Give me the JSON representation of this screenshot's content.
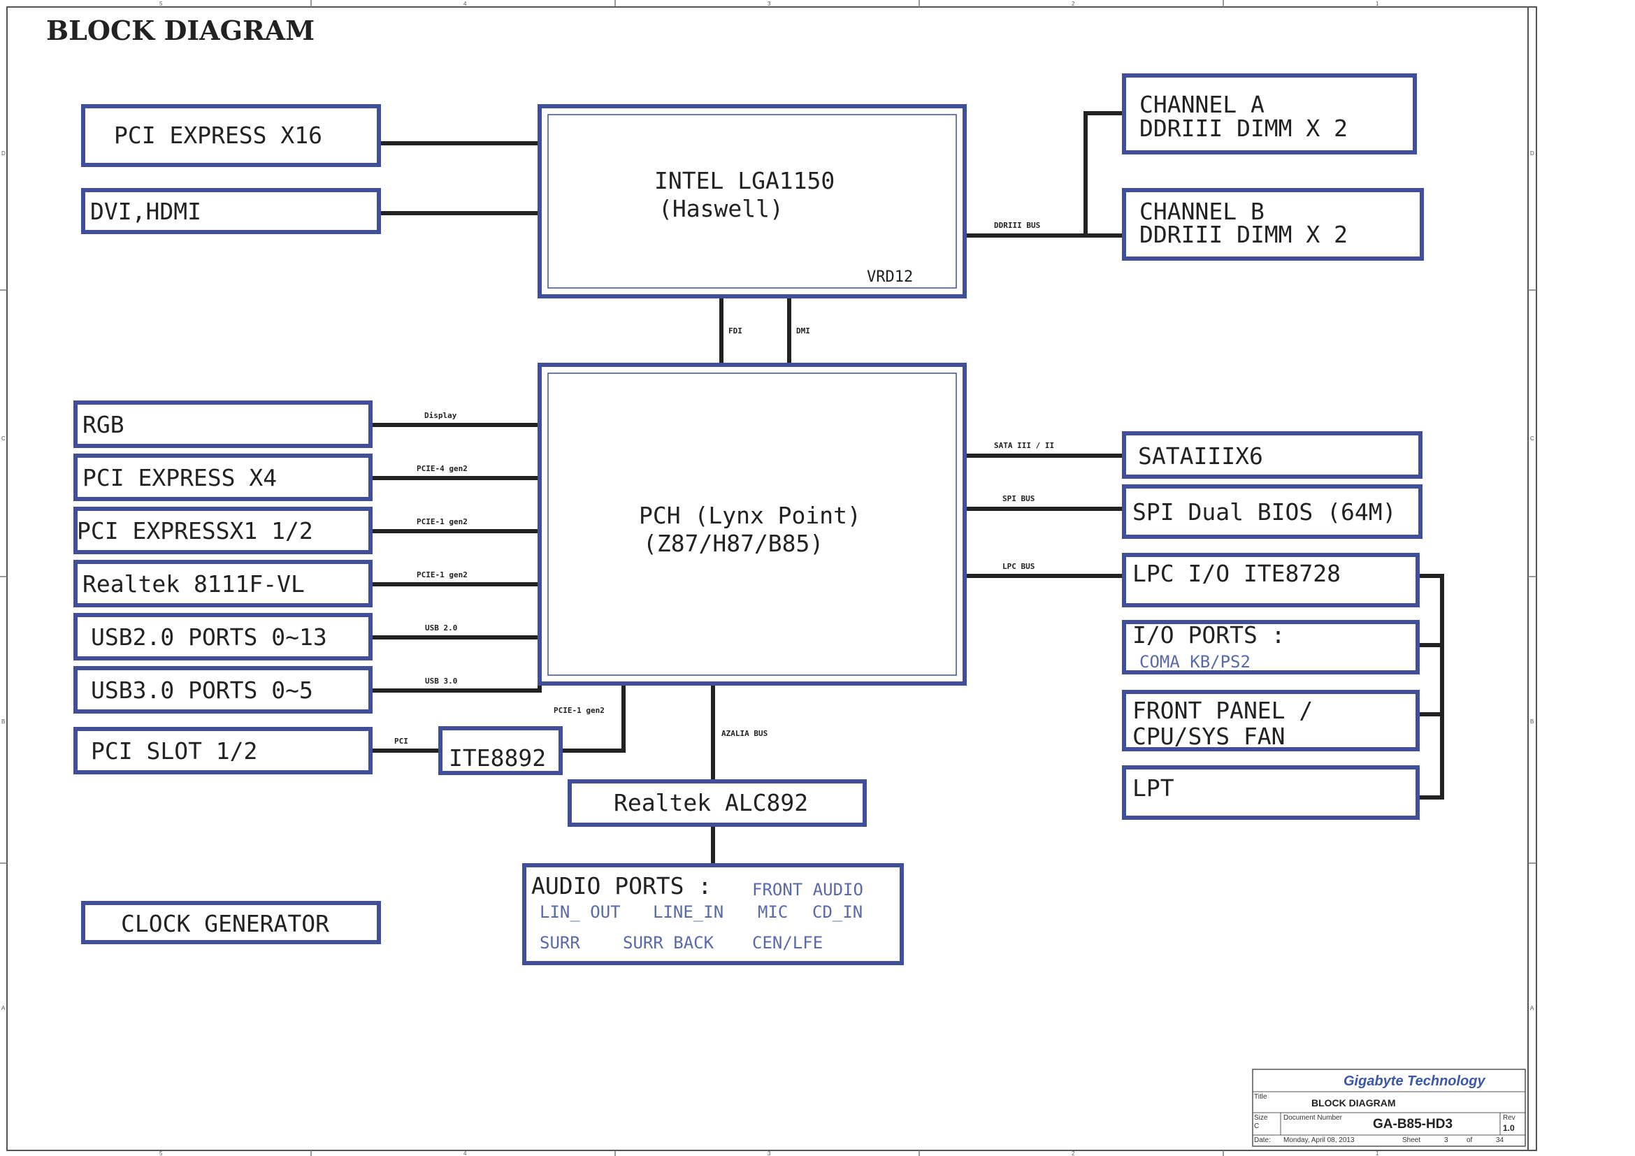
{
  "title": "BLOCK DIAGRAM",
  "cpu": {
    "line1": "INTEL LGA1150",
    "line2": "(Haswell)",
    "vrd": "VRD12"
  },
  "pch": {
    "line1": "PCH (Lynx Point)",
    "line2": "(Z87/H87/B85)"
  },
  "left_top": {
    "pcie16": "PCI EXPRESS X16",
    "dvi": "DVI,HDMI"
  },
  "memory": {
    "a1": "CHANNEL A",
    "a2": "DDRIII  DIMM X 2",
    "b1": "CHANNEL B",
    "b2": "DDRIII DIMM X 2",
    "bus": "DDRIII BUS"
  },
  "links": {
    "fdi": "FDI",
    "dmi": "DMI"
  },
  "left_pch": [
    {
      "label": "RGB",
      "bus": "Display"
    },
    {
      "label": "PCI EXPRESS X4",
      "bus": "PCIE-4 gen2"
    },
    {
      "label": "PCI EXPRESSX1 1/2",
      "bus": "PCIE-1 gen2"
    },
    {
      "label": "Realtek 8111F-VL",
      "bus": "PCIE-1 gen2"
    },
    {
      "label": "USB2.0 PORTS 0~13",
      "bus": "USB 2.0"
    },
    {
      "label": "USB3.0 PORTS 0~5",
      "bus": "USB 3.0"
    }
  ],
  "pci": {
    "slot": "PCI SLOT 1/2",
    "bus": "PCI",
    "bridge": "ITE8892",
    "bridge_bus": "PCIE-1 gen2"
  },
  "right_pch": {
    "sata": "SATAIIIX6",
    "sata_bus": "SATA III / II",
    "spi": "SPI Dual BIOS (64M)",
    "spi_bus": "SPI BUS",
    "lpc": "LPC I/O ITE8728",
    "lpc_bus": "LPC BUS",
    "io_ports": "I/O PORTS :",
    "io_sub": "COMA  KB/PS2",
    "front1": "FRONT PANEL /",
    "front2": "CPU/SYS FAN",
    "lpt": "LPT"
  },
  "audio": {
    "bus": "AZALIA BUS",
    "codec": "Realtek ALC892",
    "ports_title": "AUDIO PORTS :",
    "front_audio": "FRONT AUDIO",
    "lin_out": "LIN_ OUT",
    "line_in": "LINE_IN",
    "mic": "MIC",
    "cd_in": "CD_IN",
    "surr": "SURR",
    "surr_back": "SURR BACK",
    "cen_lfe": "CEN/LFE"
  },
  "clock": "CLOCK GENERATOR",
  "title_block": {
    "company": "Gigabyte Technology",
    "title_label": "Title",
    "title": "BLOCK DIAGRAM",
    "size_label": "Size",
    "size": "C",
    "doc_label": "Document Number",
    "doc": "GA-B85-HD3",
    "rev_label": "Rev",
    "rev": "1.0",
    "date_label": "Date:",
    "date": "Monday, April 08, 2013",
    "sheet_label": "Sheet",
    "sheet": "3",
    "of_label": "of",
    "of": "34"
  },
  "border": {
    "cols": [
      "5",
      "4",
      "3",
      "2",
      "1"
    ],
    "rows": [
      "D",
      "C",
      "B",
      "A"
    ]
  },
  "colors": {
    "box_border": "#3f4f9a",
    "wire": "#222222",
    "sub_text": "#5a6aa8",
    "company": "#3b57a8"
  }
}
